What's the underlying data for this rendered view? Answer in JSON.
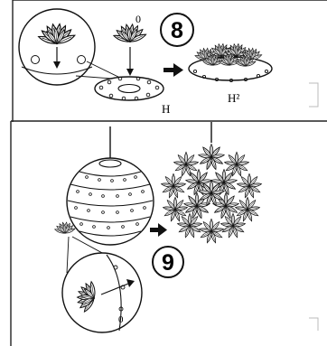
{
  "panels": [
    {
      "step": "8",
      "labels": {
        "part": "0",
        "ring": "H",
        "result": "H²"
      }
    },
    {
      "step": "9",
      "labels": {
        "part": "0"
      }
    }
  ],
  "icons": [
    "arrow-right-icon",
    "flower-icon",
    "ring-icon",
    "sphere-lampshade-icon",
    "pendant-cord-icon"
  ]
}
